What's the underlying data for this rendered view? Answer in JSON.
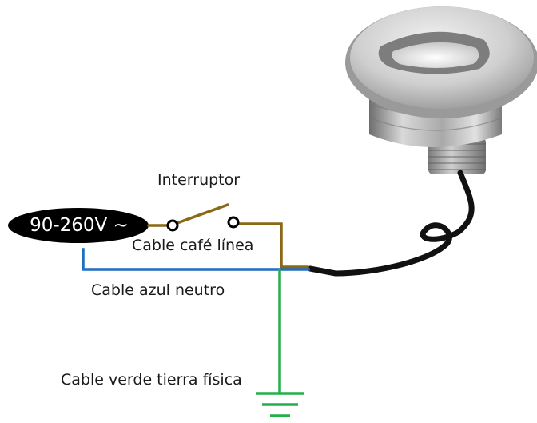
{
  "power_source": {
    "label": "90-260V ~"
  },
  "labels": {
    "switch": "Interruptor",
    "brown_cable": "Cable café línea",
    "blue_cable": "Cable azul neutro",
    "green_cable": "Cable verde tierra física"
  },
  "colors": {
    "line_wire": "#8B6914",
    "neutral_wire": "#1F6FC4",
    "ground_wire": "#22B04B",
    "lamp_cable": "#111111",
    "source_fill": "#000000"
  },
  "icons": {
    "lamp": "recessed-step-light-icon",
    "ground": "ground-symbol-icon"
  }
}
